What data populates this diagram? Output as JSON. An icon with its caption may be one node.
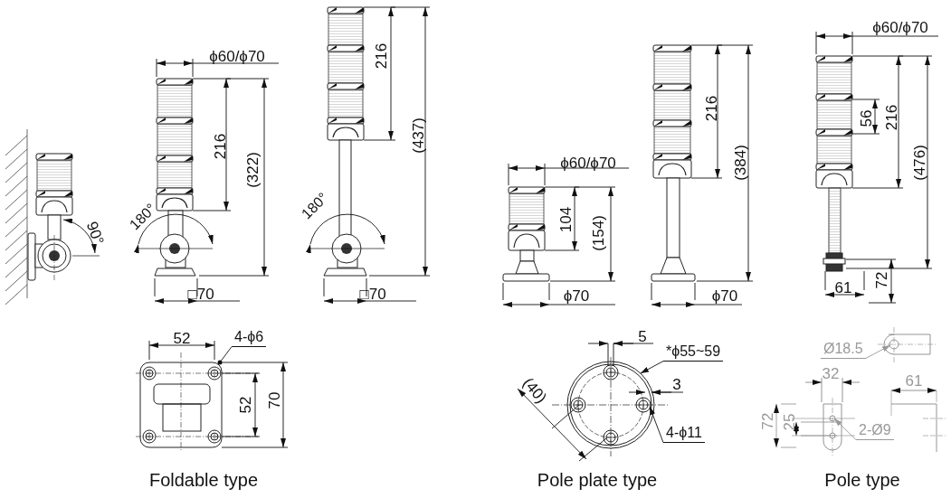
{
  "diagram": {
    "nodes": [
      {
        "text": [
          "4-ϕ6"
        ]
      },
      {
        "text": [
          "*ϕ55~59"
        ]
      },
      {
        "text": [
          "4-ϕ11"
        ]
      },
      {
        "text": [
          "Ø18.5"
        ]
      },
      {
        "text": [
          "2-Ø9"
        ]
      }
    ],
    "edges": [
      {
        "from": 0,
        "to": null,
        "arrow": "other"
      },
      {
        "from": 1,
        "to": null,
        "arrow": "to"
      },
      {
        "from": 2,
        "to": null,
        "arrow": "to"
      },
      {
        "from": 3,
        "to": null,
        "arrow": "to",
        "color": "#999999"
      },
      {
        "from": 4,
        "to": null,
        "arrow": "to",
        "color": "#999999"
      }
    ],
    "labels": [
      "ϕ60/ϕ70",
      "216",
      "(322)",
      "90°",
      "180°",
      "□70",
      "□70",
      "216",
      "(437)",
      "180°",
      "ϕ60/ϕ70",
      "104",
      "(154)",
      "ϕ70",
      "216",
      "(384)",
      "ϕ70",
      "ϕ60/ϕ70",
      "56",
      "216",
      "(476)",
      "61",
      "72",
      "52",
      "52",
      "70",
      "5",
      "3",
      "(40)",
      "32",
      "61",
      "72",
      "25",
      "Foldable type",
      "Pole plate type",
      "Pole type"
    ]
  }
}
